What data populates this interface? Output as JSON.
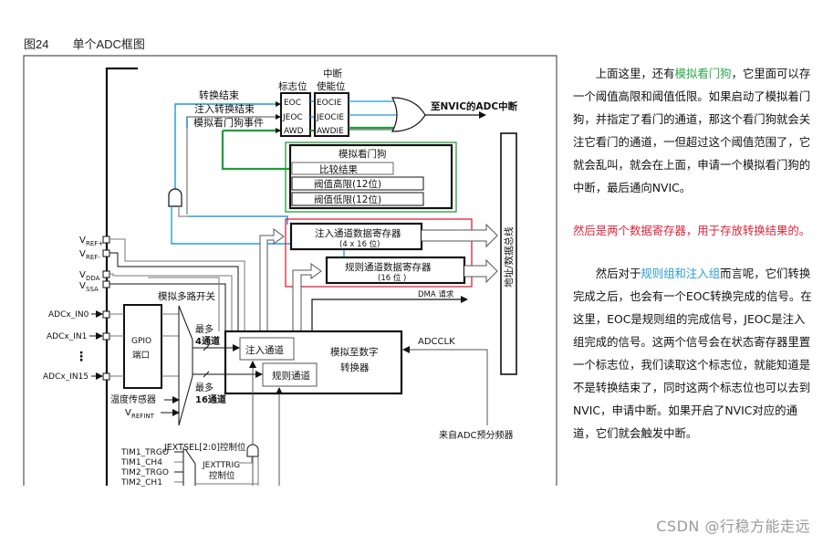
{
  "figure": {
    "label": "图24",
    "title": "单个ADC框图"
  },
  "diagram": {
    "status_flags_header": "标志位",
    "interrupt_enable_header_line1": "中断",
    "interrupt_enable_header_line2": "使能位",
    "signals": {
      "eoc_signal": "转换结束",
      "jeoc_signal": "注入转换结束",
      "awd_signal": "模拟看门狗事件"
    },
    "flags": [
      "EOC",
      "JEOC",
      "AWD"
    ],
    "enables": [
      "EOCIE",
      "JEOCIE",
      "AWDIE"
    ],
    "nvic_output": "至NVIC的ADC中断",
    "watchdog": {
      "title": "模拟看门狗",
      "compare": "比较结果",
      "high": "阀值高限(12位)",
      "low": "阀值低限(12位)"
    },
    "injected_register": {
      "title": "注入通道数据寄存器",
      "size": "(4 x 16 位)"
    },
    "regular_register": {
      "title": "规则通道数据寄存器",
      "size": "(16 位 )"
    },
    "bus_label": "地址/数据总线",
    "dma_request": "DMA 请求",
    "pins": {
      "vref_plus": "V",
      "vref_plus_sub": "REF+",
      "vref_minus": "V",
      "vref_minus_sub": "REF-",
      "vdda": "V",
      "vdda_sub": "DDA",
      "vssa": "V",
      "vssa_sub": "SSA"
    },
    "inputs": [
      "ADCx_IN0",
      "ADCx_IN1",
      "ADCx_IN15"
    ],
    "input_dots": "⋮",
    "gpio_line1": "GPIO",
    "gpio_line2": "端口",
    "mux_label": "模拟多路开关",
    "max4_line1": "最多",
    "max4_line2": "4通道",
    "max16_line1": "最多",
    "max16_line2": "16通道",
    "temp_sensor": "温度传感器",
    "vrefint": "V",
    "vrefint_sub": "REFINT",
    "injected_channel": "注入通道",
    "regular_channel": "规则通道",
    "adc_core_line1": "模拟至数字",
    "adc_core_line2": "转换器",
    "adcclk": "ADCCLK",
    "prescaler": "来自ADC预分频器",
    "jextsel": "JEXTSEL[2:0]控制位",
    "jexttrig_line1": "JEXTTRIG",
    "jexttrig_line2": "控制位",
    "timers": [
      "TIM1_TRGO",
      "TIM1_CH4",
      "TIM2_TRGO",
      "TIM2_CH1"
    ],
    "colors": {
      "blue": "#1a9ad6",
      "green": "#1f9e3a",
      "red": "#e0233a",
      "gray": "#8a8a8a"
    }
  },
  "panel": {
    "p1_pre": "上面这里，还有",
    "p1_link": "模拟看门狗",
    "p1_post": "，它里面可以存一个阈值高限和阈值低限。如果启动了模拟着门狗，并指定了看门的通道，那这个看门狗就会关注它看门的通道，一但超过这个阈值范围了，它就会乱叫，就会在上面，申请一个模拟看门狗的中断，最后通向NVIC。",
    "p2": "然后是两个数据寄存器，用于存放转换结果的。",
    "p3_pre": "然后对于",
    "p3_link": "规则组和注入组",
    "p3_post": "而言呢，它们转换完成之后，也会有一个EOC转换完成的信号。在这里，EOC是规则组的完成信号，JEOC是注入组完成的信号。这两个信号会在状态寄存器里置一个标志位，我们读取这个标志位，就能知道是不是转换结束了，同时这两个标志位也可以去到NVIC，申请中断。如果开启了NVIC对应的通道，它们就会触发中断。"
  },
  "watermark": "CSDN @行稳方能走远"
}
